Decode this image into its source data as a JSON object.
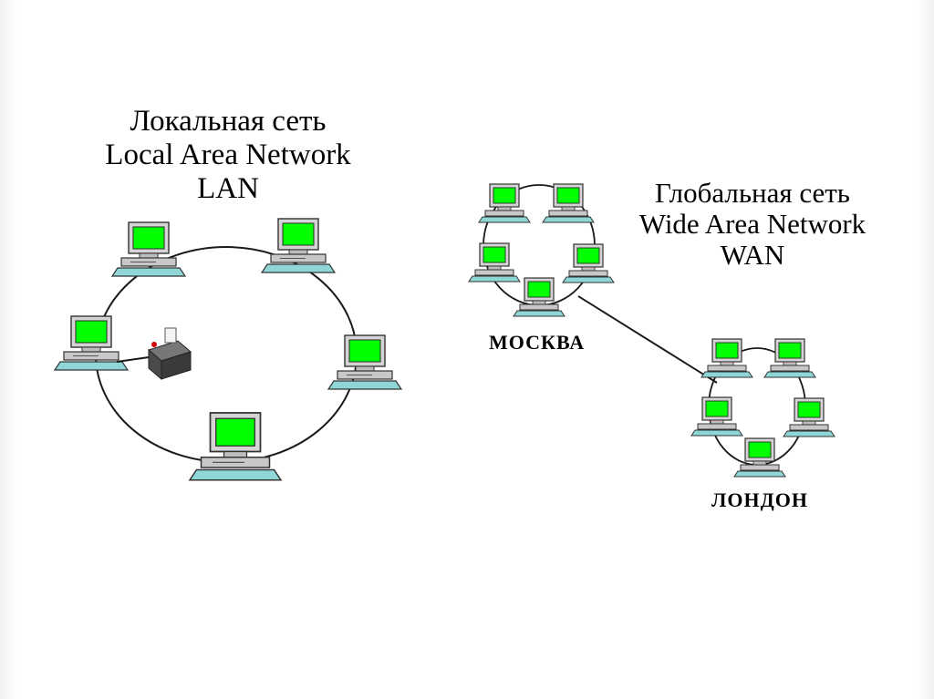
{
  "lan": {
    "title_line1": "Локальная сеть",
    "title_line2": "Local  Area Network",
    "title_line3": "LAN"
  },
  "wan": {
    "title_line1": "Глобальная сеть",
    "title_line2": "Wide Area Network",
    "title_line3": "WAN"
  },
  "cities": {
    "moscow": "МОСКВА",
    "london": "ЛОНДОН"
  },
  "colors": {
    "screen": "#00ff00",
    "device_body": "#c8c8c8",
    "keyboard": "#8fd6d6",
    "line": "#1a1a1a"
  },
  "icons": {
    "computer": "computer-icon",
    "printer": "printer-icon"
  }
}
